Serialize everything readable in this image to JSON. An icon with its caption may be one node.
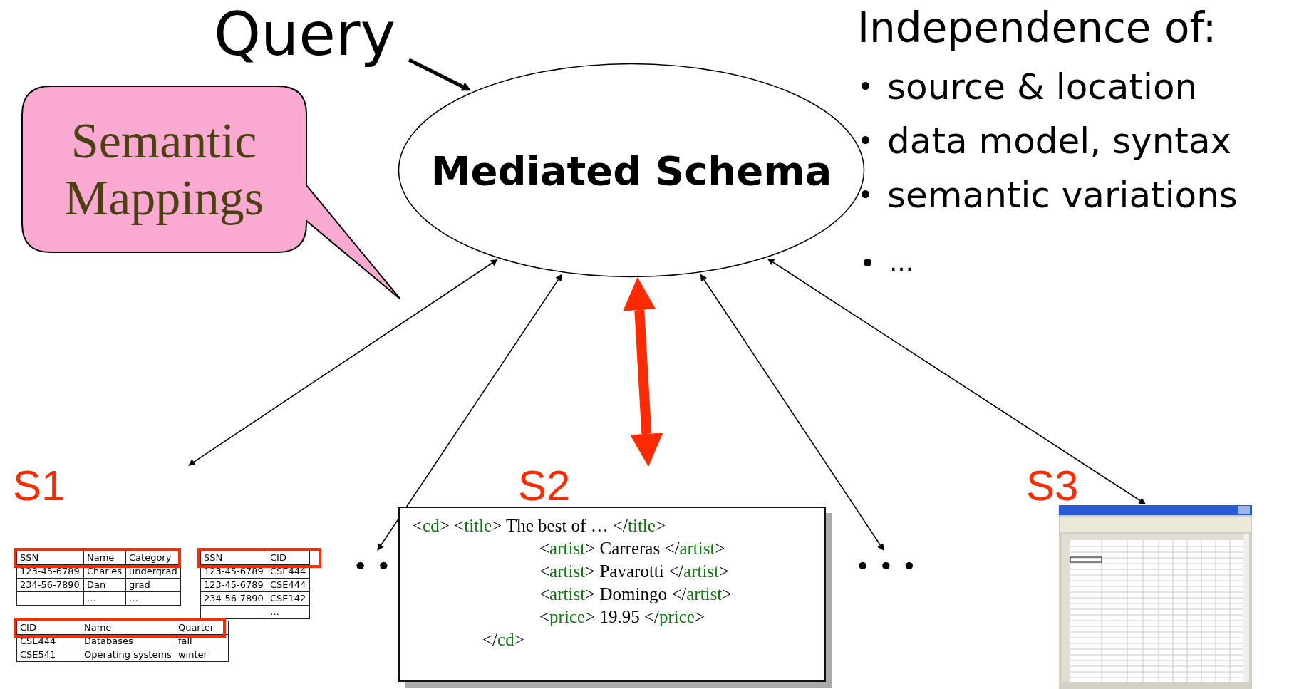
{
  "diagram": {
    "nodes": [
      {
        "text": [
          "Query"
        ]
      },
      {
        "text": [
          "Mediated Schema"
        ]
      },
      {
        "text": [
          "Semantic Mappings"
        ]
      },
      {
        "text": [
          "S1"
        ]
      },
      {
        "text": [
          "SSN",
          "Name",
          "Category",
          "123-45-6789",
          "Charles",
          "undergrad",
          "234-56-7890",
          "Dan",
          "grad",
          "…",
          "…"
        ],
        "in": 3
      },
      {
        "text": [
          "SSN",
          "CID",
          "123-45-6789",
          "CSE444",
          "123-45-6789",
          "CSE444",
          "234-56-7890",
          "CSE142",
          "…"
        ],
        "in": 3
      },
      {
        "text": [
          "CID",
          "Name",
          "Quarter",
          "CSE444",
          "Databases",
          "fall",
          "CSE541",
          "Operating systems",
          "winter"
        ],
        "in": 3
      },
      {
        "text": [
          "• •"
        ]
      },
      {
        "text": [
          "S2",
          "<cd> <title> The best of … </title>",
          "<artist> Carreras </artist>",
          "<artist> Pavarotti </artist>",
          "<artist> Domingo </artist>",
          "<price> 19.95 </price>",
          "</cd>"
        ]
      },
      {
        "text": [
          "• • •"
        ]
      },
      {
        "text": [
          "S3"
        ]
      },
      {
        "text": [],
        "shape": "picture",
        "in": 10
      }
    ],
    "edges": [
      {
        "from": 0,
        "to": 1,
        "arrow": "to",
        "style": "thick"
      },
      {
        "from": 1,
        "to": 3,
        "arrow": "both"
      },
      {
        "from": 1,
        "to": 7,
        "arrow": "both"
      },
      {
        "from": 1,
        "to": 8,
        "arrow": "both",
        "style": "thick",
        "color": "#ff2a00"
      },
      {
        "from": 1,
        "to": 9,
        "arrow": "both"
      },
      {
        "from": 1,
        "to": 11,
        "arrow": "both"
      }
    ],
    "labels": [
      "Independence of:",
      "source & location",
      "data model, syntax",
      "semantic variations",
      "…"
    ]
  }
}
